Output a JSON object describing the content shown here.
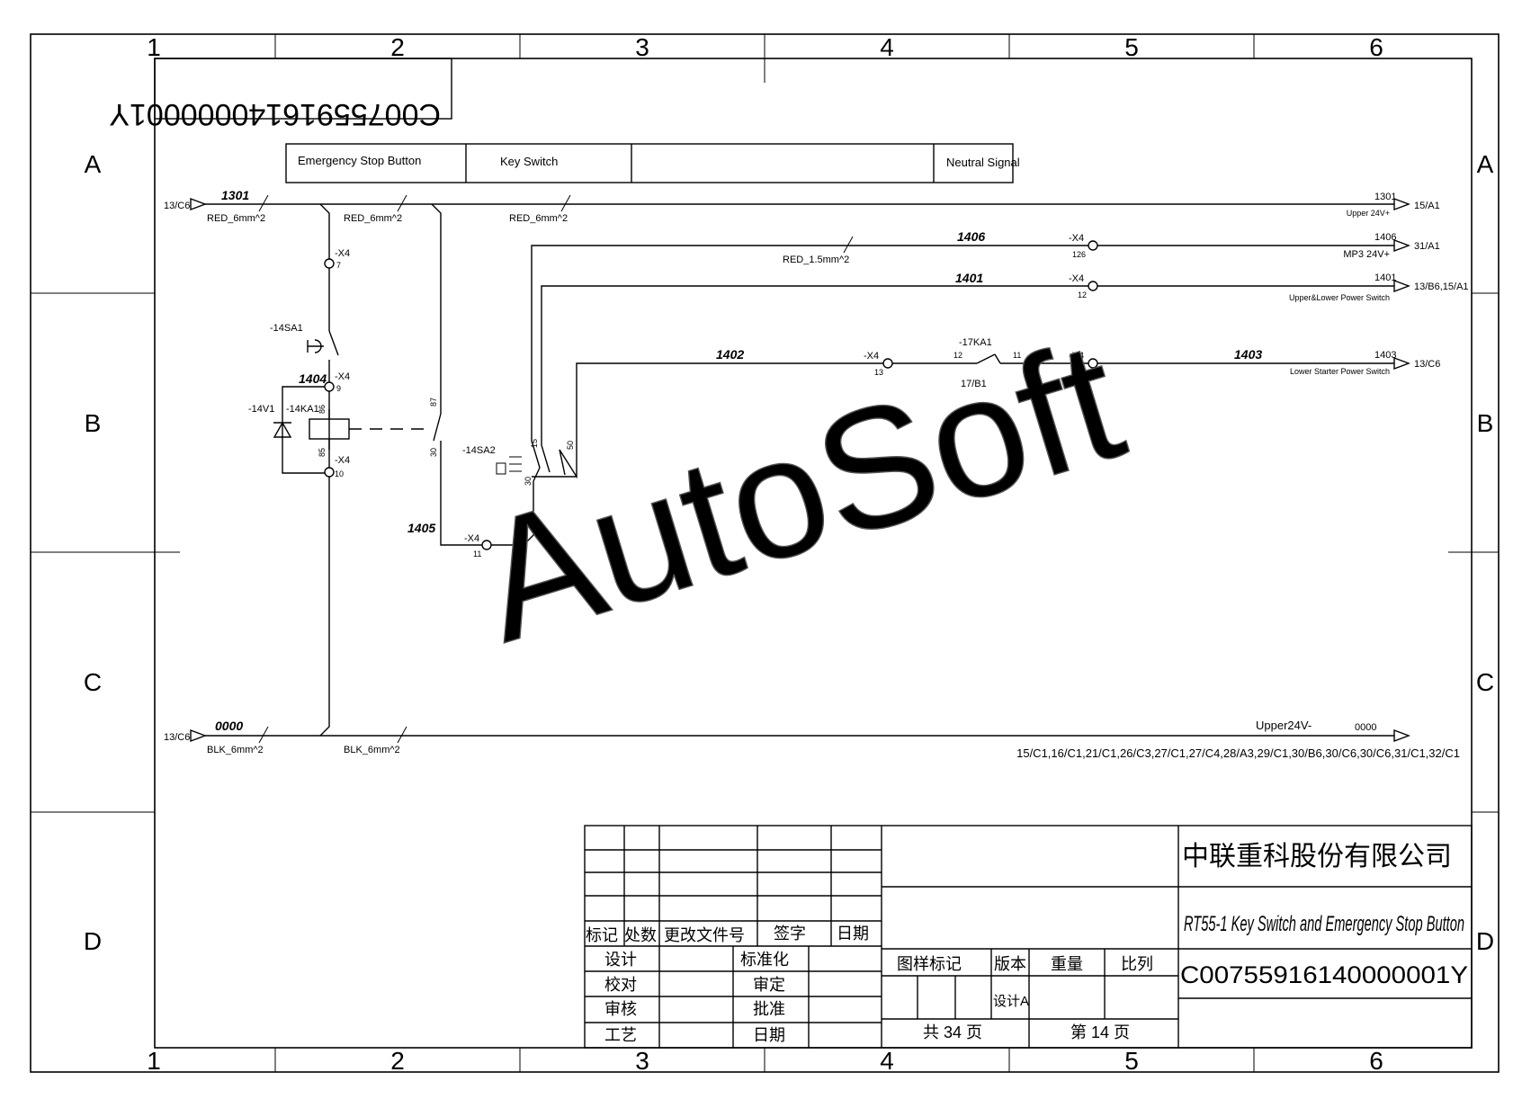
{
  "drawing_code_mirrored": "C00755916140000001Y",
  "grid": {
    "columns": [
      "1",
      "2",
      "3",
      "4",
      "5",
      "6"
    ],
    "rows": [
      "A",
      "B",
      "C",
      "D"
    ]
  },
  "header_boxes": {
    "emergency_stop": "Emergency Stop Button",
    "key_switch": "Key Switch",
    "blank": "",
    "neutral_signal": "Neutral Signal"
  },
  "nets": {
    "n1301": "1301",
    "n1406": "1406",
    "n1401": "1401",
    "n1402": "1402",
    "n1403": "1403",
    "n1404": "1404",
    "n1405": "1405",
    "n0000": "0000"
  },
  "wire_labels": {
    "red6_a": "RED_6mm^2",
    "red6_b": "RED_6mm^2",
    "red6_c": "RED_6mm^2",
    "red15": "RED_1.5mm^2",
    "blk6_a": "BLK_6mm^2",
    "blk6_b": "BLK_6mm^2"
  },
  "refs": {
    "in_1301": "13/C6",
    "in_0000": "13/C6",
    "out_1301": "15/A1",
    "out_1406": "31/A1",
    "out_1401": "13/B6,15/A1",
    "out_1403": "13/C6",
    "out_0000_list": "15/C1,16/C1,21/C1,26/C3,27/C1,27/C4,28/A3,29/C1,30/B6,30/C6,30/C6,31/C1,32/C1",
    "ka17_ref": "17/B1"
  },
  "signals": {
    "upper24p": "Upper 24V+",
    "mp3": "MP3 24V+",
    "upper_lower": "Upper&Lower Power Switch",
    "lower_starter": "Lower Starter Power Switch",
    "upper24m": "Upper24V-"
  },
  "components": {
    "x4": "-X4",
    "sa1": "-14SA1",
    "v1": "-14V1",
    "ka1": "-14KA1",
    "sa2": "-14SA2",
    "ka17": "-17KA1"
  },
  "pins": {
    "p7": "7",
    "p9": "9",
    "p10": "10",
    "p11": "11",
    "p12": "12",
    "p13": "13",
    "p14": "14",
    "p126": "126",
    "k86": "86",
    "k85": "85",
    "k87": "87",
    "k30": "30",
    "s15": "15",
    "s50": "50",
    "s30": "30",
    "ka12": "12",
    "ka11": "11"
  },
  "watermark": "AutoSoft",
  "title_block": {
    "rev_headers": [
      "标记",
      "处数",
      "更改文件号",
      "签字",
      "日期"
    ],
    "roles_left": [
      "设计",
      "校对",
      "审核",
      "工艺"
    ],
    "roles_right": [
      "标准化",
      "审定",
      "批准",
      "日期"
    ],
    "attr_headers": [
      "图样标记",
      "版本",
      "重量",
      "比列"
    ],
    "version": "设计A",
    "total_pages": "共 34 页",
    "page_no": "第 14 页",
    "company": "中联重科股份有限公司",
    "drawing_title": "RT55-1 Key Switch and Emergency Stop Button",
    "drawing_code": "C00755916140000001Y"
  }
}
